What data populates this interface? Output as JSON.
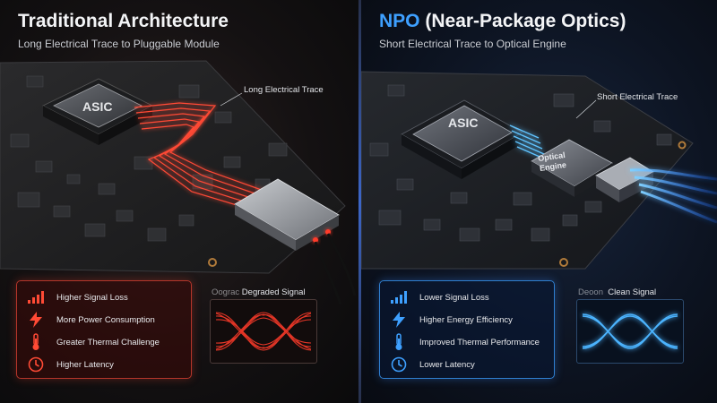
{
  "left": {
    "title": "Traditional Architecture",
    "subtitle": "Long Electrical Trace to Pluggable Module",
    "chip_label": "ASIC",
    "callout": "Long Electrical Trace",
    "items": [
      {
        "icon": "signal-bars-icon",
        "label": "Higher Signal Loss"
      },
      {
        "icon": "lightning-icon",
        "label": "More Power Consumption"
      },
      {
        "icon": "thermometer-icon",
        "label": "Greater Thermal Challenge"
      },
      {
        "icon": "clock-icon",
        "label": "Higher Latency"
      }
    ],
    "signal_ghost": "Oograc",
    "signal_label": "Degraded Signal",
    "accent_color": "#ff3b2a"
  },
  "right": {
    "title_accent": "NPO",
    "title_rest": " (Near-Package Optics)",
    "subtitle": "Short Electrical Trace to Optical Engine",
    "chip_label": "ASIC",
    "engine_label_1": "Optical",
    "engine_label_2": "Engine",
    "callout": "Short Electrical Trace",
    "items": [
      {
        "icon": "signal-bars-icon",
        "label": "Lower Signal Loss"
      },
      {
        "icon": "lightning-icon",
        "label": "Higher Energy Efficiency"
      },
      {
        "icon": "thermometer-icon",
        "label": "Improved Thermal Performance"
      },
      {
        "icon": "clock-icon",
        "label": "Lower Latency"
      }
    ],
    "signal_ghost": "Deoon",
    "signal_label": "Clean Signal",
    "accent_color": "#3ea0ff"
  }
}
